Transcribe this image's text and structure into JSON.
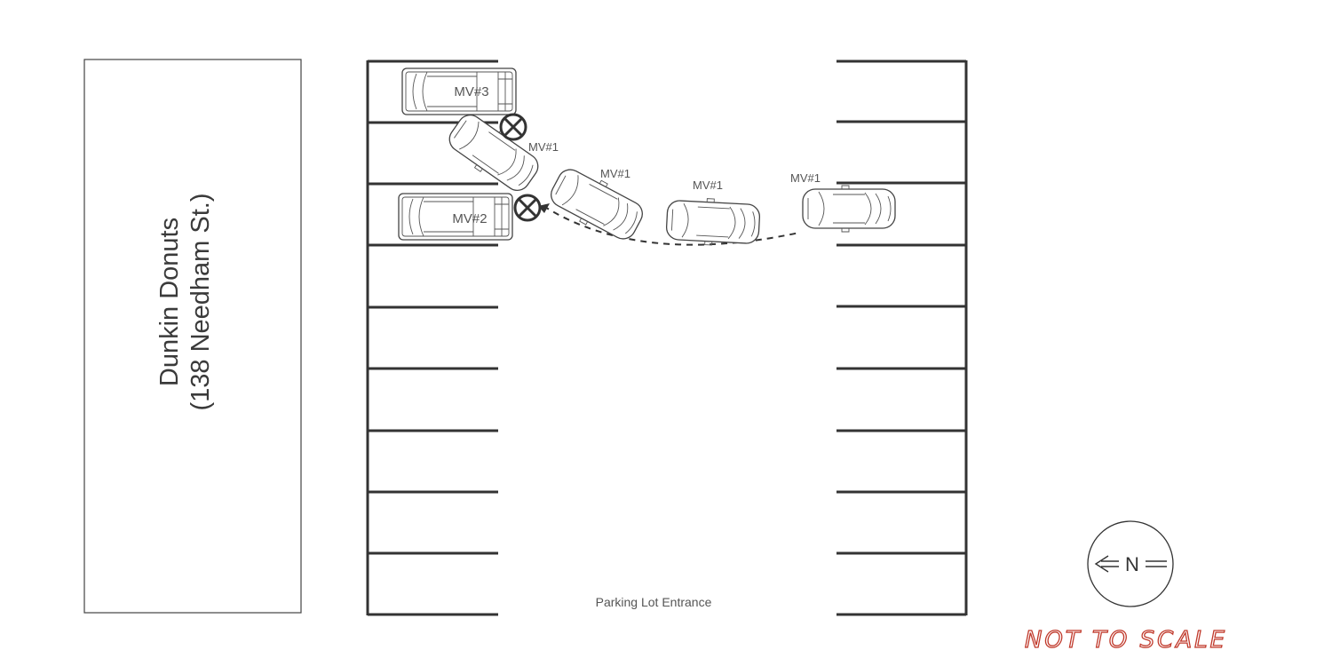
{
  "building": {
    "name": "Dunkin Donuts",
    "address": "(138 Needham St.)"
  },
  "vehicles": {
    "mv3": "MV#3",
    "mv2": "MV#2",
    "mv1_a": "MV#1",
    "mv1_b": "MV#1",
    "mv1_c": "MV#1",
    "mv1_d": "MV#1"
  },
  "entrance_label": "Parking Lot Entrance",
  "compass": {
    "letter": "N"
  },
  "scale_note": "NOT TO SCALE"
}
